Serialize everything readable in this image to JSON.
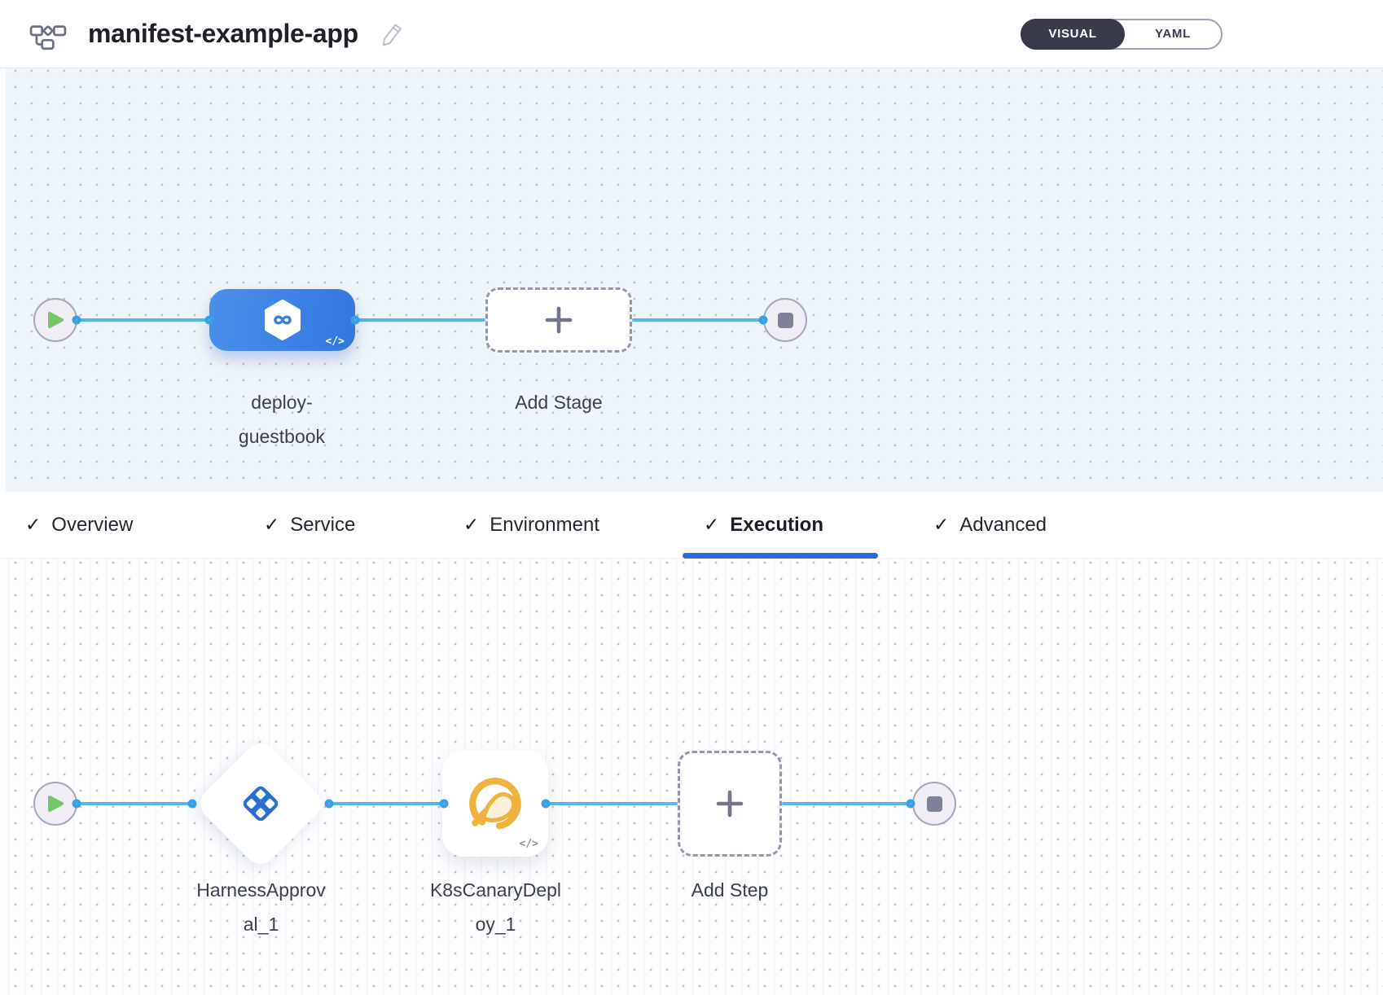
{
  "header": {
    "title": "manifest-example-app",
    "view_toggle": {
      "options": [
        "VISUAL",
        "YAML"
      ],
      "selected": "VISUAL"
    }
  },
  "stage_pipeline": {
    "stages": [
      {
        "name": "deploy-guestbook",
        "type": "deployment-stage"
      }
    ],
    "add_stage_label": "Add Stage"
  },
  "tabs": [
    {
      "label": "Overview",
      "checked": true,
      "active": false
    },
    {
      "label": "Service",
      "checked": true,
      "active": false
    },
    {
      "label": "Environment",
      "checked": true,
      "active": false
    },
    {
      "label": "Execution",
      "checked": true,
      "active": true
    },
    {
      "label": "Advanced",
      "checked": true,
      "active": false
    }
  ],
  "execution": {
    "steps": [
      {
        "name": "HarnessApproval_1",
        "type": "harness-approval"
      },
      {
        "name": "K8sCanaryDeploy_1",
        "type": "k8s-canary-deploy"
      }
    ],
    "add_step_label": "Add Step"
  },
  "icons": {
    "check": "✓",
    "code_badge": "</>"
  },
  "colors": {
    "stage_node_blue": "#3b82e4",
    "connector_line": "#58b7ea",
    "connector_dot_border": "#36a0e8",
    "tab_underline": "#2b6cd4",
    "approval_icon_blue": "#2a6ed2",
    "canary_icon_yellow": "#ecb33f",
    "play_green": "#74c767",
    "stage_canvas_bg": "#eef5fa",
    "exec_canvas_bg": "#fdfdfe"
  }
}
